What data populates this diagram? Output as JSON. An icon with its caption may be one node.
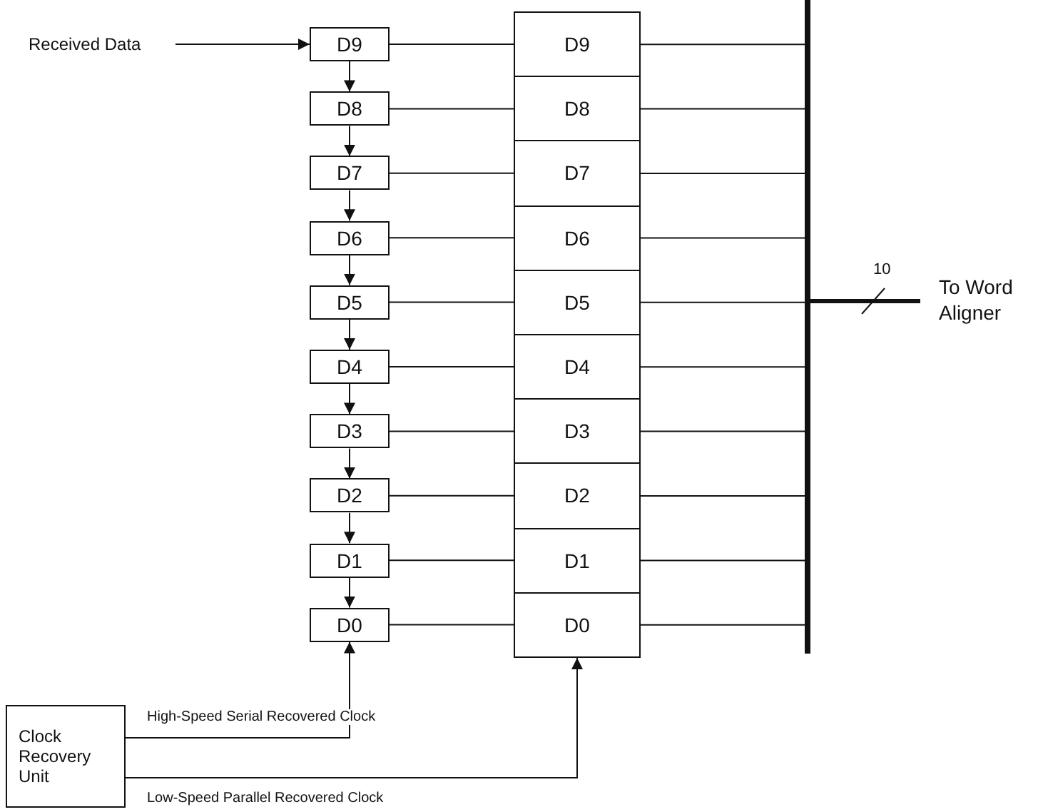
{
  "diagram": {
    "nodes": [
      {
        "text": [
          "Received Data"
        ]
      },
      {
        "text": [
          "D9"
        ]
      },
      {
        "text": [
          "D8"
        ]
      },
      {
        "text": [
          "D7"
        ]
      },
      {
        "text": [
          "D6"
        ]
      },
      {
        "text": [
          "D5"
        ]
      },
      {
        "text": [
          "D4"
        ]
      },
      {
        "text": [
          "D3"
        ]
      },
      {
        "text": [
          "D2"
        ]
      },
      {
        "text": [
          "D1"
        ]
      },
      {
        "text": [
          "D0"
        ]
      },
      {
        "text": [
          "D9"
        ]
      },
      {
        "text": [
          "D8"
        ]
      },
      {
        "text": [
          "D7"
        ]
      },
      {
        "text": [
          "D6"
        ]
      },
      {
        "text": [
          "D5"
        ]
      },
      {
        "text": [
          "D4"
        ]
      },
      {
        "text": [
          "D3"
        ]
      },
      {
        "text": [
          "D2"
        ]
      },
      {
        "text": [
          "D1"
        ]
      },
      {
        "text": [
          "D0"
        ]
      },
      {
        "text": [],
        "shape": "bar"
      },
      {
        "text": [
          "To Word Aligner"
        ]
      },
      {
        "text": [
          "Clock Recovery Unit"
        ]
      }
    ],
    "edges": [
      {
        "from": 0,
        "to": 1,
        "arrow": "to"
      },
      {
        "from": 1,
        "to": 2,
        "arrow": "to"
      },
      {
        "from": 2,
        "to": 3,
        "arrow": "to"
      },
      {
        "from": 3,
        "to": 4,
        "arrow": "to"
      },
      {
        "from": 4,
        "to": 5,
        "arrow": "to"
      },
      {
        "from": 5,
        "to": 6,
        "arrow": "to"
      },
      {
        "from": 6,
        "to": 7,
        "arrow": "to"
      },
      {
        "from": 7,
        "to": 8,
        "arrow": "to"
      },
      {
        "from": 8,
        "to": 9,
        "arrow": "to"
      },
      {
        "from": 9,
        "to": 10,
        "arrow": "to"
      },
      {
        "from": 1,
        "to": 11,
        "arrow": "none"
      },
      {
        "from": 2,
        "to": 12,
        "arrow": "none"
      },
      {
        "from": 3,
        "to": 13,
        "arrow": "none"
      },
      {
        "from": 4,
        "to": 14,
        "arrow": "none"
      },
      {
        "from": 5,
        "to": 15,
        "arrow": "none"
      },
      {
        "from": 6,
        "to": 16,
        "arrow": "none"
      },
      {
        "from": 7,
        "to": 17,
        "arrow": "none"
      },
      {
        "from": 8,
        "to": 18,
        "arrow": "none"
      },
      {
        "from": 9,
        "to": 19,
        "arrow": "none"
      },
      {
        "from": 10,
        "to": 20,
        "arrow": "none"
      },
      {
        "from": 11,
        "to": 21,
        "arrow": "none"
      },
      {
        "from": 12,
        "to": 21,
        "arrow": "none"
      },
      {
        "from": 13,
        "to": 21,
        "arrow": "none"
      },
      {
        "from": 14,
        "to": 21,
        "arrow": "none"
      },
      {
        "from": 15,
        "to": 21,
        "arrow": "none"
      },
      {
        "from": 16,
        "to": 21,
        "arrow": "none"
      },
      {
        "from": 17,
        "to": 21,
        "arrow": "none"
      },
      {
        "from": 18,
        "to": 21,
        "arrow": "none"
      },
      {
        "from": 19,
        "to": 21,
        "arrow": "none"
      },
      {
        "from": 20,
        "to": 21,
        "arrow": "none"
      },
      {
        "from": 21,
        "to": 22,
        "arrow": "none",
        "label": "10",
        "style": "thick"
      },
      {
        "from": 23,
        "to": 10,
        "arrow": "to",
        "label": "High-Speed Serial Recovered Clock"
      },
      {
        "from": 23,
        "to": 20,
        "arrow": "to",
        "label": "Low-Speed Parallel Recovered Clock"
      }
    ]
  }
}
